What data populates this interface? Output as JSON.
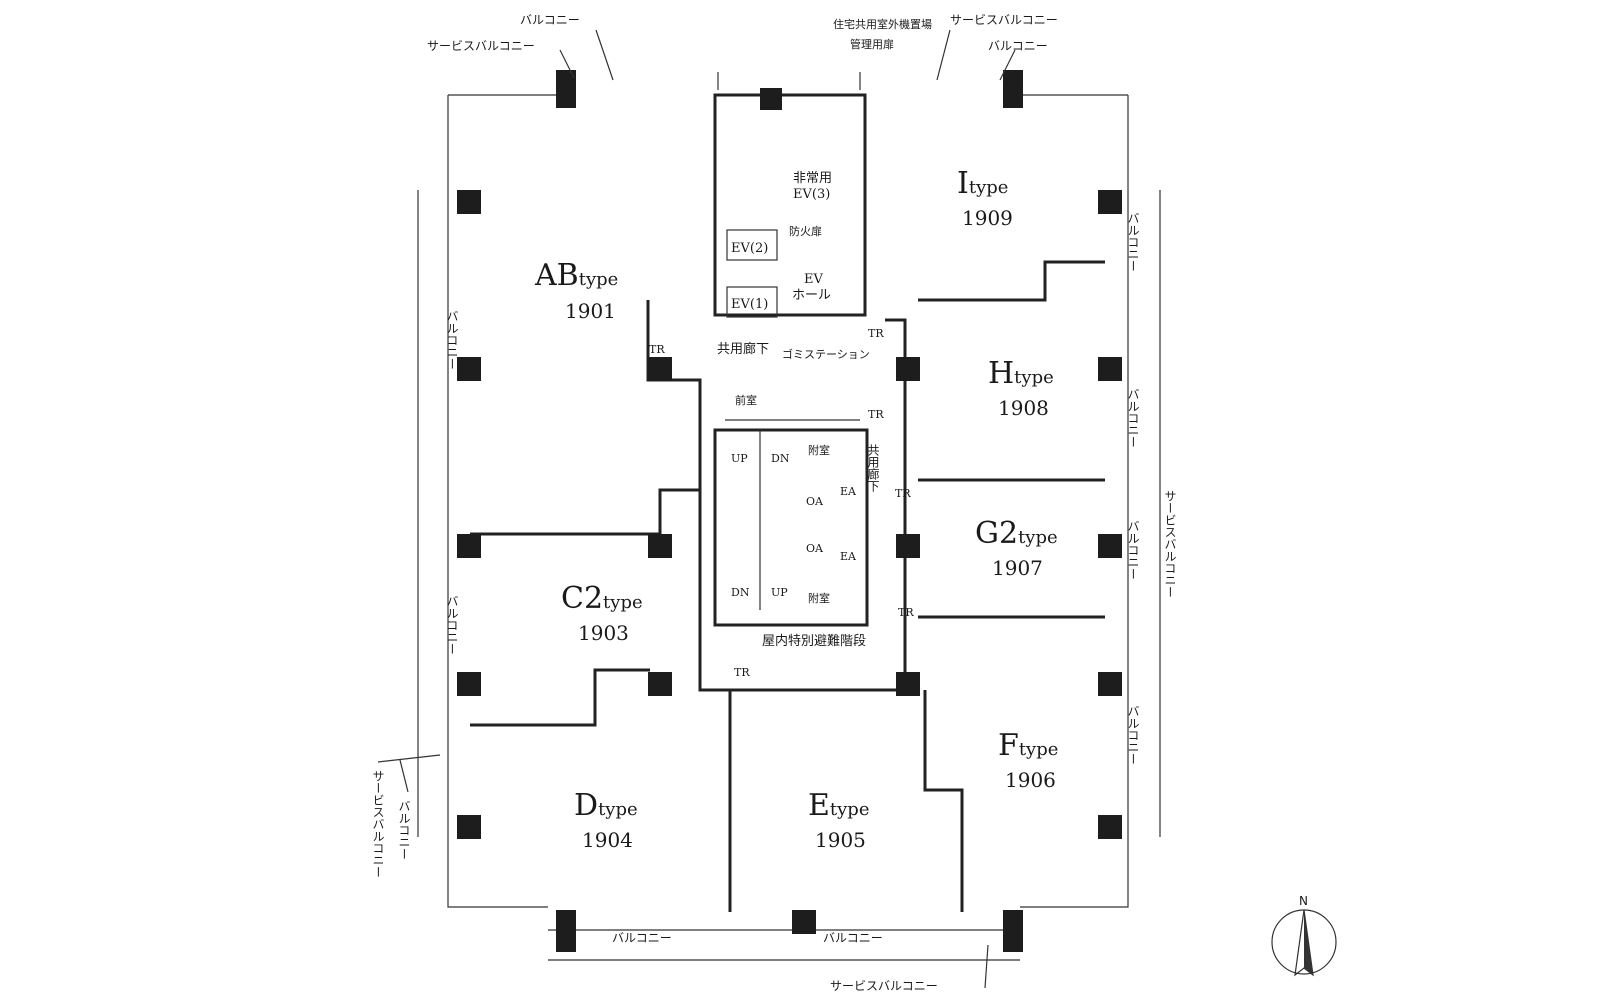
{
  "units": [
    {
      "id": "ab",
      "type": "AB",
      "suffix": "type",
      "number": "1901"
    },
    {
      "id": "c2",
      "type": "C2",
      "suffix": "type",
      "number": "1903"
    },
    {
      "id": "d",
      "type": "D",
      "suffix": "type",
      "number": "1904"
    },
    {
      "id": "e",
      "type": "E",
      "suffix": "type",
      "number": "1905"
    },
    {
      "id": "f",
      "type": "F",
      "suffix": "type",
      "number": "1906"
    },
    {
      "id": "g2",
      "type": "G2",
      "suffix": "type",
      "number": "1907"
    },
    {
      "id": "h",
      "type": "H",
      "suffix": "type",
      "number": "1908"
    },
    {
      "id": "i",
      "type": "I",
      "suffix": "type",
      "number": "1909"
    }
  ],
  "core": {
    "emergency_ev": "非常用",
    "ev3": "EV(3)",
    "ev2": "EV(2)",
    "ev1": "EV(1)",
    "fire_door": "防火扉",
    "ev_hall_1": "EV",
    "ev_hall_2": "ホール",
    "common_corridor_h": "共用廊下",
    "common_corridor_v": "共用廊下",
    "garbage": "ゴミステーション",
    "front_room": "前室",
    "annex_room_1": "附室",
    "annex_room_2": "附室",
    "oa": "OA",
    "ea": "EA",
    "up": "UP",
    "dn": "DN",
    "stairs": "屋内特別避難階段",
    "tr": "TR"
  },
  "callouts": {
    "balcony": "バルコニー",
    "service_balcony": "サービスバルコニー",
    "outdoor_unit": "住宅共用室外機置場",
    "mgmt_door": "管理用扉"
  },
  "compass": {
    "north": "N"
  }
}
